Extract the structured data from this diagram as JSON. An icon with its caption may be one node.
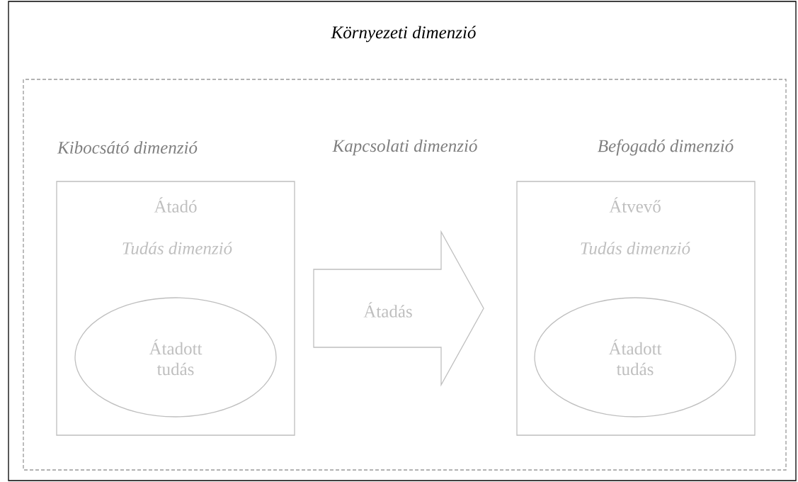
{
  "diagram": {
    "nodes": [
      {
        "text": [
          "Környezeti dimenzió"
        ]
      },
      {
        "text": [
          "Kibocsátó dimenzió",
          "Kapcsolati dimenzió",
          "Befogadó dimenzió"
        ],
        "in": 0
      },
      {
        "text": [
          "Átadó",
          "Tudás dimenzió"
        ],
        "in": 1
      },
      {
        "text": [
          "Átadott tudás"
        ],
        "in": 2
      },
      {
        "text": [
          "Átadás"
        ],
        "in": 1
      },
      {
        "text": [
          "Átvevő",
          "Tudás dimenzió"
        ],
        "in": 1
      },
      {
        "text": [
          "Átadott tudás"
        ],
        "in": 5
      }
    ]
  }
}
